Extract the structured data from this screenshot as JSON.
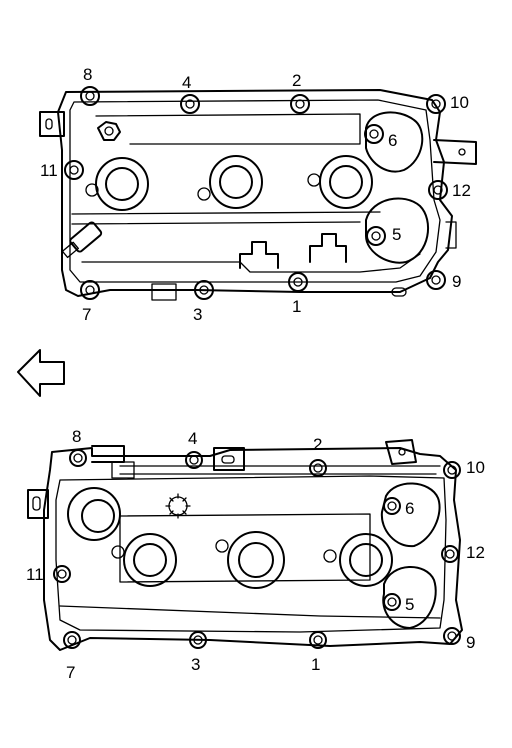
{
  "top_cover": {
    "bolt_labels": [
      {
        "id": "8",
        "text": "8"
      },
      {
        "id": "4",
        "text": "4"
      },
      {
        "id": "2",
        "text": "2"
      },
      {
        "id": "10",
        "text": "10"
      },
      {
        "id": "6",
        "text": "6"
      },
      {
        "id": "11",
        "text": "11"
      },
      {
        "id": "12",
        "text": "12"
      },
      {
        "id": "5",
        "text": "5"
      },
      {
        "id": "9",
        "text": "9"
      },
      {
        "id": "7",
        "text": "7"
      },
      {
        "id": "3",
        "text": "3"
      },
      {
        "id": "1",
        "text": "1"
      }
    ]
  },
  "bottom_cover": {
    "bolt_labels": [
      {
        "id": "8",
        "text": "8"
      },
      {
        "id": "4",
        "text": "4"
      },
      {
        "id": "2",
        "text": "2"
      },
      {
        "id": "10",
        "text": "10"
      },
      {
        "id": "6",
        "text": "6"
      },
      {
        "id": "11",
        "text": "11"
      },
      {
        "id": "12",
        "text": "12"
      },
      {
        "id": "5",
        "text": "5"
      },
      {
        "id": "9",
        "text": "9"
      },
      {
        "id": "7",
        "text": "7"
      },
      {
        "id": "3",
        "text": "3"
      },
      {
        "id": "1",
        "text": "1"
      }
    ]
  },
  "icons": {
    "direction_arrow": "left-arrow-icon"
  }
}
